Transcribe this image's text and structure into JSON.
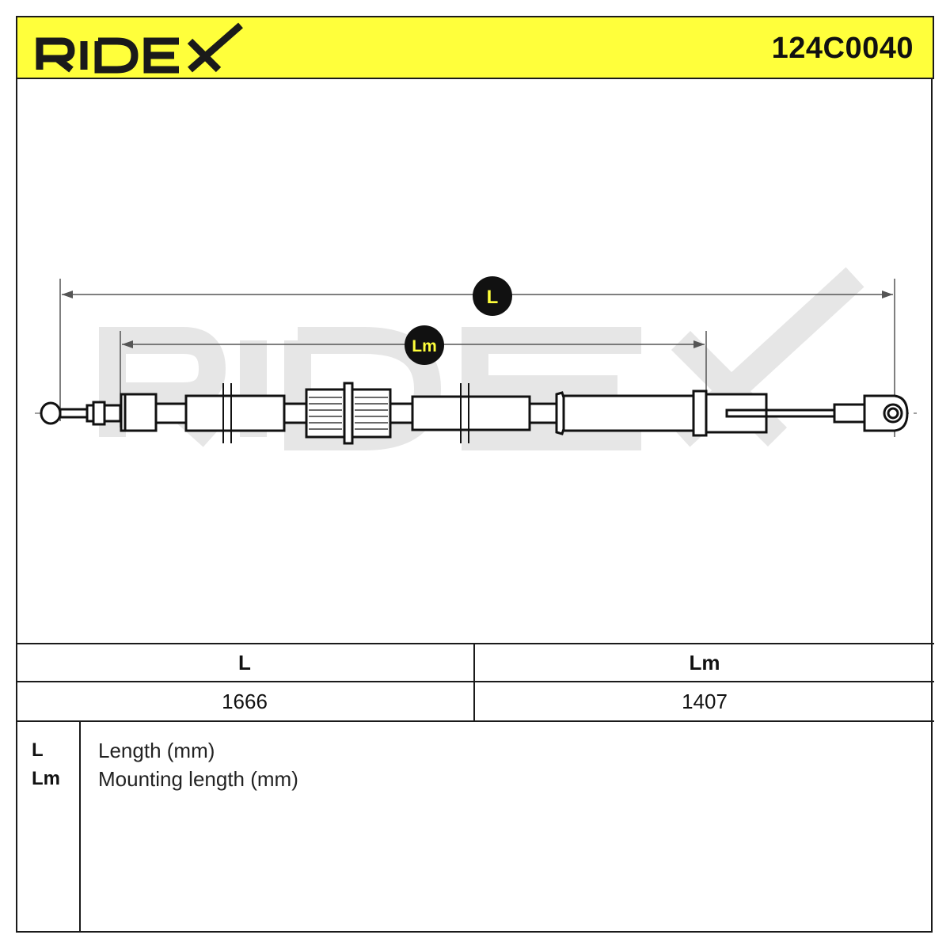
{
  "brand": {
    "name": "RIDEX",
    "accent_color": "#ffff3b"
  },
  "part_number": "124C0040",
  "dimension_markers": {
    "total": "L",
    "mounting": "Lm"
  },
  "spec_table": {
    "headers": [
      "L",
      "Lm"
    ],
    "values": [
      "1666",
      "1407"
    ]
  },
  "legend": [
    {
      "key": "L",
      "description": "Length (mm)"
    },
    {
      "key": "Lm",
      "description": "Mounting length (mm)"
    }
  ]
}
